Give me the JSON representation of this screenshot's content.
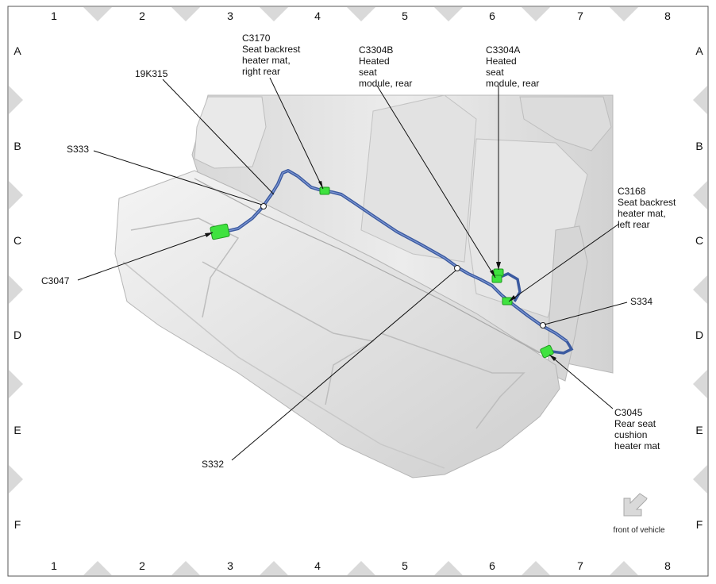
{
  "grid": {
    "columns": [
      "1",
      "2",
      "3",
      "4",
      "5",
      "6",
      "7",
      "8"
    ],
    "rows": [
      "A",
      "B",
      "C",
      "D",
      "E",
      "F"
    ]
  },
  "callouts": {
    "c3170": [
      "C3170",
      "Seat backrest",
      "heater mat,",
      "right rear"
    ],
    "c3304b": [
      "C3304B",
      "Heated",
      "seat",
      "module, rear"
    ],
    "c3304a": [
      "C3304A",
      "Heated",
      "seat",
      "module, rear"
    ],
    "k19k315": [
      "19K315"
    ],
    "s333": [
      "S333"
    ],
    "c3168": [
      "C3168",
      "Seat backrest",
      "heater mat,",
      "left rear"
    ],
    "c3047": [
      "C3047"
    ],
    "s334": [
      "S334"
    ],
    "c3045": [
      "C3045",
      "Rear seat",
      "cushion",
      "heater mat"
    ],
    "s332": [
      "S332"
    ]
  },
  "front_note": "front of vehicle",
  "colors": {
    "harness": "#3b5aa0",
    "connector": "#3fe23f",
    "seat": "#e6e6e6",
    "seat_shadow": "#c4c4c4",
    "marker": "#d9d9d9"
  },
  "icons": {
    "front_arrow": "arrow-down-left-icon"
  }
}
